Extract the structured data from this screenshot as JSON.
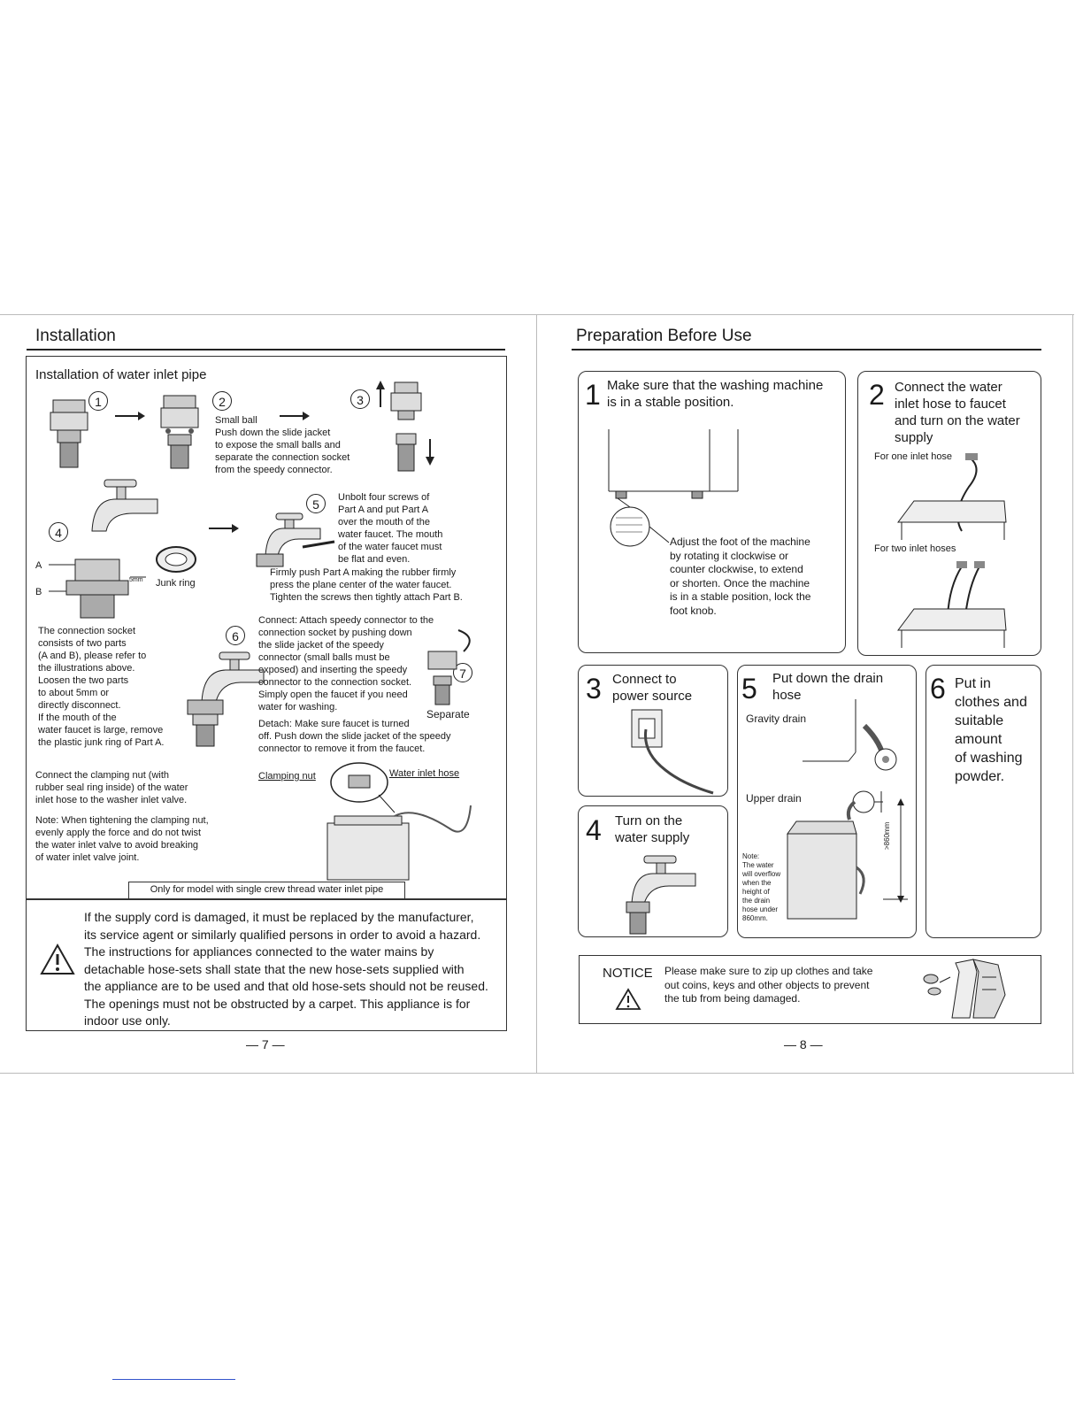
{
  "left_page": {
    "title": "Installation",
    "section_title": "Installation of water inlet pipe",
    "steps": {
      "n1": "1",
      "n2": "2",
      "n3": "3",
      "n4": "4",
      "n5": "5",
      "n6": "6",
      "n7": "7"
    },
    "step2_text": "Small ball\nPush down the slide jacket\nto expose the small balls and\nseparate the connection socket\nfrom the speedy connector.",
    "step5_text": "Unbolt four screws of\nPart A and put Part A\nover the mouth of the\nwater faucet. The mouth\nof the water faucet must\nbe flat and even.",
    "step5_text2": "Firmly push Part A making the rubber firmly\npress the plane center of the water faucet.\nTighten the screws then tightly attach Part B.",
    "label_a": "A",
    "label_b": "B",
    "label_5mm": "5mm",
    "label_junk_ring": "Junk ring",
    "socket_text": "The connection socket\nconsists of two parts\n(A and B), please refer to\nthe illustrations above.\nLoosen the two parts\nto about 5mm or\ndirectly disconnect.\nIf the mouth of the\nwater faucet is large, remove\nthe plastic junk ring of Part A.",
    "connect_text": "Connect: Attach speedy connector to the\nconnection socket by pushing down\nthe slide jacket of the speedy\nconnector (small balls must be\nexposed) and inserting the speedy\nconnector to the connection socket.\nSimply open the faucet if you need\nwater for washing.",
    "detach_text": "Detach: Make sure faucet is turned\noff. Push down the slide jacket of the speedy\nconnector to remove it from the faucet.",
    "separate_label": "Separate",
    "clamp_text": "Connect the clamping nut (with\nrubber seal ring inside) of the water\ninlet hose to the washer inlet valve.",
    "note_text": "Note: When tightening the clamping nut,\nevenly apply the force and do not twist\nthe water inlet valve to avoid breaking\nof water inlet valve joint.",
    "clamping_nut_label": "Clamping nut",
    "water_inlet_hose_label": "Water inlet hose",
    "model_note": "Only for model with single crew thread water inlet pipe",
    "warning_text": "If the supply cord is damaged, it must be replaced by the manufacturer,\nits service agent or similarly qualified persons in order to avoid a hazard.\nThe instructions for appliances connected to the water mains by\ndetachable hose-sets shall state that the new hose-sets supplied with\nthe appliance are to be used and that old hose-sets should not be reused.\nThe openings must not be obstructed by a carpet. This appliance is for\nindoor use only.",
    "page_number": "— 7 —"
  },
  "right_page": {
    "title": "Preparation Before Use",
    "s1_num": "1",
    "s1_title": "Make sure that the washing machine\nis in a stable position.",
    "s1_text": "Adjust the foot of the machine\nby rotating it clockwise or\ncounter clockwise, to extend\nor shorten. Once the machine\nis in a stable position, lock the\nfoot knob.",
    "s2_num": "2",
    "s2_title": "Connect the water\ninlet hose to faucet\nand turn on the water\nsupply",
    "s2_one": "For one inlet hose",
    "s2_two": "For two inlet hoses",
    "s3_num": "3",
    "s3_title": "Connect to\npower source",
    "s4_num": "4",
    "s4_title": "Turn on the\nwater supply",
    "s5_num": "5",
    "s5_title": "Put down the drain\nhose",
    "s5_gravity": "Gravity drain",
    "s5_upper": "Upper drain",
    "s5_dim": ">860mm",
    "s5_note": "Note:\nThe water\nwill overflow\nwhen the\nheight of\nthe drain\nhose under\n860mm.",
    "s6_num": "6",
    "s6_title": "Put in\nclothes and\nsuitable\namount\nof washing\npowder.",
    "notice_label": "NOTICE",
    "notice_text": "Please make sure to zip up clothes and take\nout coins, keys and other objects to prevent\nthe tub from being damaged.",
    "page_number": "— 8 —"
  }
}
